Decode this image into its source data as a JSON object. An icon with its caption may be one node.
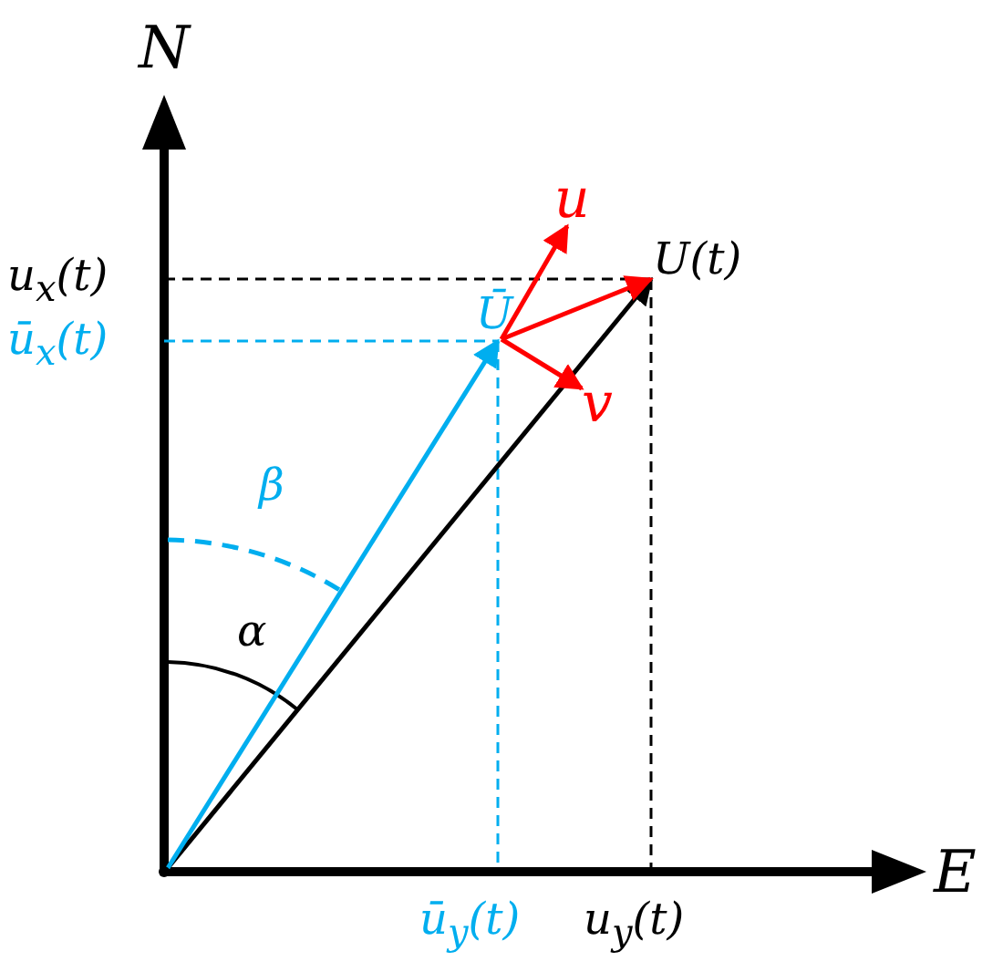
{
  "diagram": {
    "nodes": [
      {
        "text": [],
        "shape": "point"
      },
      {
        "text": [
          "U(t)"
        ]
      },
      {
        "text": [
          "Ū"
        ]
      },
      {
        "text": [
          "u"
        ]
      },
      {
        "text": [
          "v"
        ]
      }
    ],
    "edges": [
      {
        "from": 0,
        "to": 1,
        "arrow": "to",
        "color": "#000000"
      },
      {
        "from": 0,
        "to": 2,
        "arrow": "to",
        "color": "#00aeef"
      },
      {
        "from": 2,
        "to": 3,
        "arrow": "to",
        "color": "#ff0000"
      },
      {
        "from": 2,
        "to": 4,
        "arrow": "to",
        "color": "#ff0000"
      },
      {
        "from": 2,
        "to": 1,
        "arrow": "to",
        "color": "#ff0000"
      }
    ],
    "labels": [
      "N",
      "E",
      "u$_{x}$(t)",
      "ū$_{x}$(t)",
      "β",
      "α",
      "ū$_{y}$(t)",
      "u$_{y}$(t)"
    ]
  }
}
